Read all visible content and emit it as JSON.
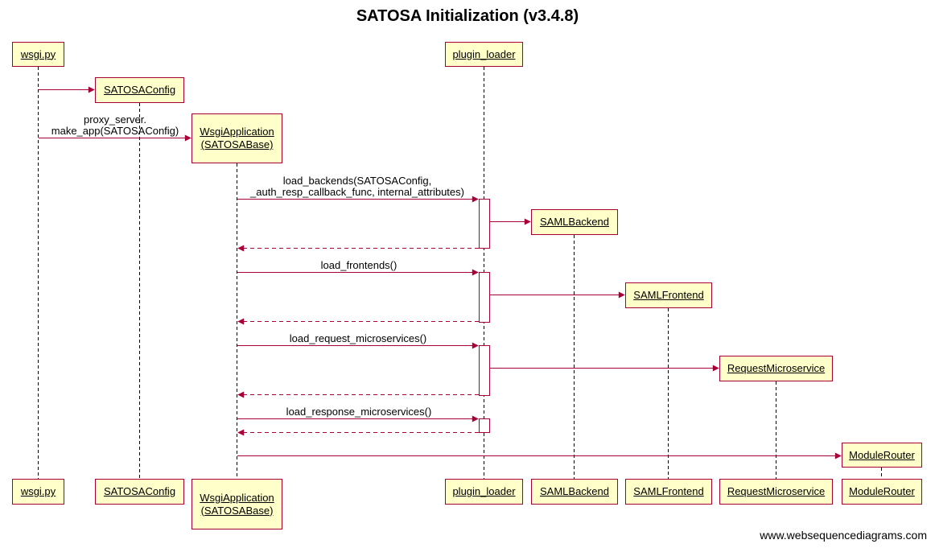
{
  "title": "SATOSA Initialization  (v3.4.8)",
  "watermark": "www.websequencediagrams.com",
  "colors": {
    "line": "#a80036",
    "box_fill": "#ffffc9",
    "activation_fill": "#ffffff"
  },
  "participants": {
    "wsgi": "wsgi.py",
    "config": "SATOSAConfig",
    "app": "WsgiApplication\n(SATOSABase)",
    "plugin_loader": "plugin_loader",
    "saml_backend": "SAMLBackend",
    "saml_frontend": "SAMLFrontend",
    "request_ms": "RequestMicroservice",
    "module_router": "ModuleRouter"
  },
  "messages": {
    "make_app": "proxy_server.\nmake_app(SATOSAConfig)",
    "load_backends": "load_backends(SATOSAConfig,\n_auth_resp_callback_func, internal_attributes)",
    "load_frontends": "load_frontends()",
    "load_request_ms": "load_request_microservices()",
    "load_response_ms": "load_response_microservices()"
  }
}
